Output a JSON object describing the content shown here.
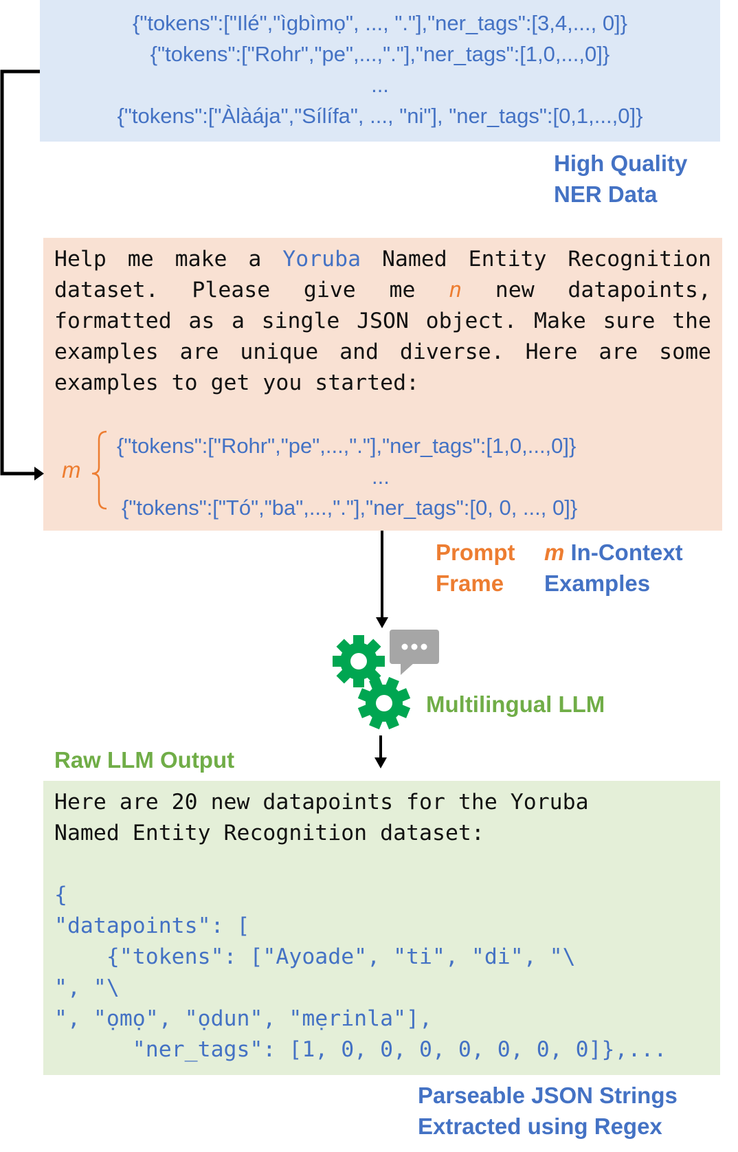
{
  "ner_data": {
    "lines": [
      "{\"tokens\":[\"Ilé\",\"ìgbìmọ\", ..., \".\"],\"ner_tags\":[3,4,..., 0]}",
      "{\"tokens\":[\"Rohr\",\"pe\",...,\".\"],\"ner_tags\":[1,0,...,0]}",
      "...",
      "{\"tokens\":[\"Àlàája\",\"Sílífa\", ..., \"ni\"], \"ner_tags\":[0,1,...,0]}"
    ],
    "label_line1": "High Quality",
    "label_line2": "NER Data"
  },
  "prompt": {
    "t1": "Help me make a ",
    "language": "Yoruba",
    "t2": " Named Entity Recognition dataset. Please give me ",
    "n": "n",
    "t3": " new datapoints, formatted as a single JSON object. Make sure the examples are unique and diverse. Here are some examples to get you started:",
    "m": "m",
    "examples": [
      "{\"tokens\":[\"Rohr\",\"pe\",...,\".\"],\"ner_tags\":[1,0,...,0]}",
      "...",
      "{\"tokens\":[\"Tó\",\"ba\",...,\".\"],\"ner_tags\":[0, 0, ..., 0]}"
    ],
    "frame_label_line1": "Prompt",
    "frame_label_line2": "Frame",
    "icl_m": "m",
    "icl_label_line1": " In-Context",
    "icl_label_line2": "Examples"
  },
  "llm": {
    "label": "Multilingual LLM",
    "gear_color": "#00a651",
    "bubble_color": "#a6a6a6"
  },
  "output": {
    "label": "Raw LLM Output",
    "intro": "Here are 20 new datapoints for the Yoruba\nNamed Entity Recognition dataset:",
    "json": "{\n\"datapoints\": [\n    {\"tokens\": [\"Ayoade\", \"ti\", \"di\", \"\\\n\", \"\\\n\", \"ọmọ\", \"ọdun\", \"mẹrinla\"],\n      \"ner_tags\": [1, 0, 0, 0, 0, 0, 0, 0]},...",
    "parse_label_line1": "Parseable JSON Strings",
    "parse_label_line2": "Extracted using Regex"
  },
  "colors": {
    "blue": "#4472c4",
    "orange": "#ed7d31",
    "green": "#70ad47",
    "blue_bg": "#dde8f6",
    "peach_bg": "#f9e1d3",
    "green_bg": "#e4efd8"
  }
}
